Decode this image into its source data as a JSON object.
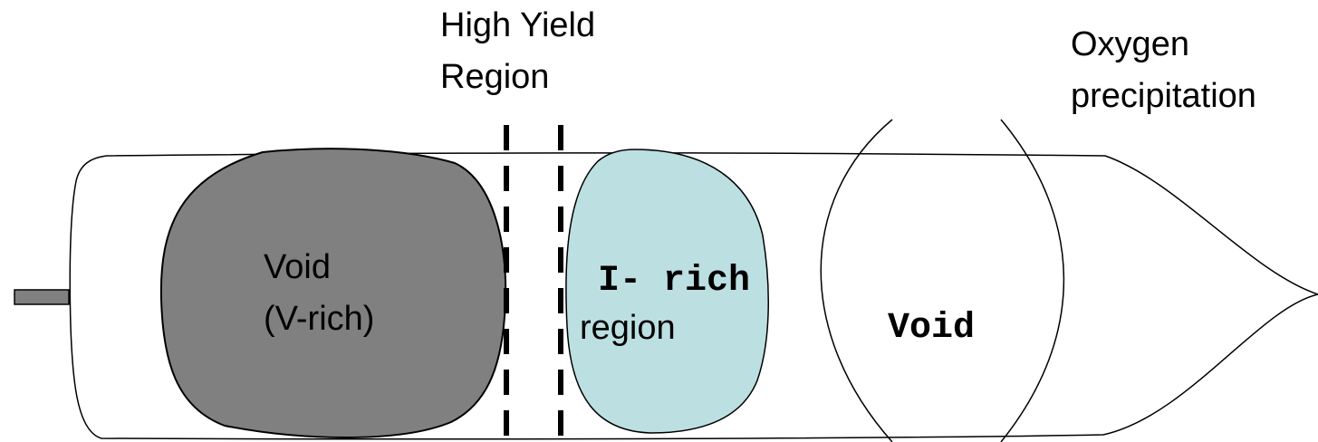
{
  "labels": {
    "high_yield_line1": "High Yield",
    "high_yield_line2": "Region",
    "oxygen_line1": "Oxygen",
    "oxygen_line2": "precipitation",
    "void_vrich_line1": "Void",
    "void_vrich_line2": "(V-rich)",
    "irich_line1": "I- rich",
    "irich_line2": "region",
    "void_right": "Void"
  },
  "colors": {
    "v_rich_fill": "#808080",
    "i_rich_fill": "#bcdfe1",
    "outline": "#000000",
    "seed_fill": "#808080"
  }
}
